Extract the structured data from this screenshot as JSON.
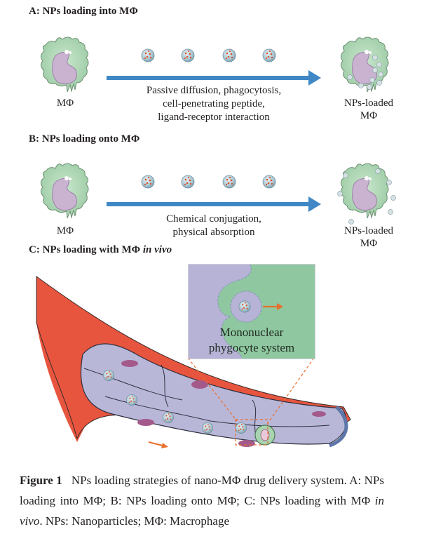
{
  "figure": {
    "panels": [
      {
        "id": "A",
        "title_prefix": "A: NPs loading into MΦ",
        "start_label": "MΦ",
        "method_lines": [
          "Passive diffusion, phagocytosis,",
          "cell-penetrating peptide,",
          "ligand-receptor interaction"
        ],
        "end_label_lines": [
          "NPs-loaded",
          "MΦ"
        ],
        "nanoparticle_count": 4
      },
      {
        "id": "B",
        "title_prefix": "B: NPs loading onto MΦ",
        "start_label": "MΦ",
        "method_lines": [
          "Chemical conjugation,",
          "physical absorption"
        ],
        "end_label_lines": [
          "NPs-loaded",
          "MΦ"
        ],
        "nanoparticle_count": 4
      },
      {
        "id": "C",
        "title_prefix": "C: NPs loading with MΦ ",
        "title_italic": "in vivo",
        "inset_lines": [
          "Mononuclear",
          "phygocyte system"
        ]
      }
    ],
    "caption": {
      "label": "Figure 1",
      "text_1": "NPs loading strategies of nano-MΦ drug delivery system. A: NPs loading into MΦ; B: NPs loading onto MΦ; C: NPs loading with MΦ ",
      "italic": "in vivo",
      "text_2": ". NPs: Nanoparticles; MΦ: Macrophage"
    },
    "colors": {
      "arrow_blue": "#3f88c5",
      "cell_green": "#a8d5b0",
      "nucleus_purple": "#c9b3d1",
      "vessel_red": "#e8553e",
      "lumen_lavender": "#b9b7d8",
      "inset_green": "#8fc7a0",
      "orange_arrow": "#e86f2c"
    }
  }
}
